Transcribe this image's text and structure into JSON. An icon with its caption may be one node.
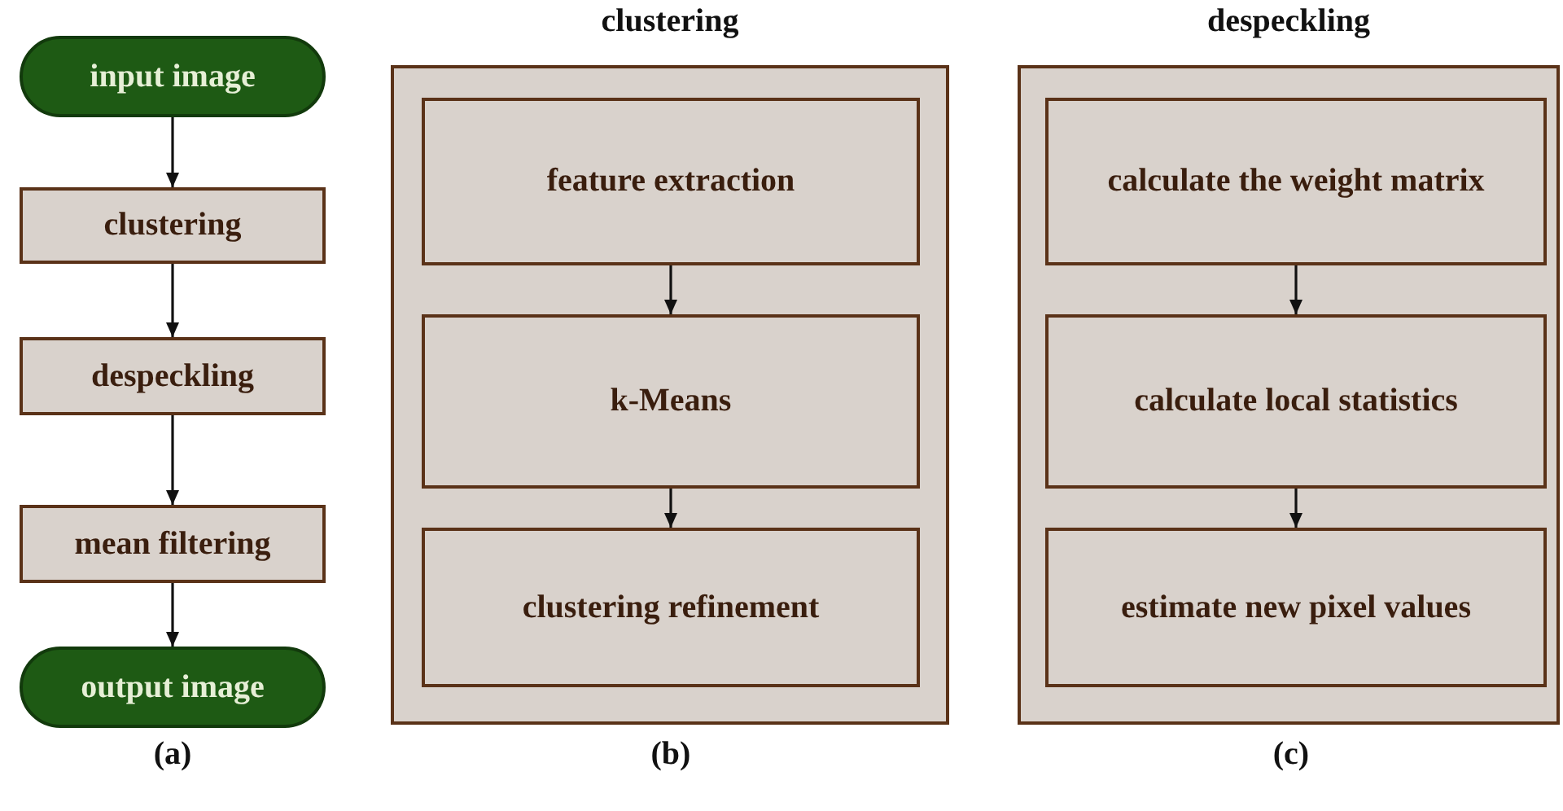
{
  "diagram": {
    "nodes": [
      {
        "text": [
          "input image"
        ]
      },
      {
        "text": [
          "clustering"
        ]
      },
      {
        "text": [
          "despeckling"
        ]
      },
      {
        "text": [
          "mean filtering"
        ]
      },
      {
        "text": [
          "output image"
        ]
      },
      {
        "text": [
          "clustering"
        ]
      },
      {
        "text": [
          "feature extraction"
        ],
        "in": 5
      },
      {
        "text": [
          "k-Means"
        ],
        "in": 5
      },
      {
        "text": [
          "clustering refinement"
        ],
        "in": 5
      },
      {
        "text": [
          "despeckling"
        ]
      },
      {
        "text": [
          "calculate the weight matrix"
        ],
        "in": 9
      },
      {
        "text": [
          "calculate local statistics"
        ],
        "in": 9
      },
      {
        "text": [
          "estimate new pixel values"
        ],
        "in": 9
      }
    ],
    "edges": [
      {
        "from": 0,
        "to": 1,
        "arrow": "to"
      },
      {
        "from": 1,
        "to": 2,
        "arrow": "to"
      },
      {
        "from": 2,
        "to": 3,
        "arrow": "to"
      },
      {
        "from": 3,
        "to": 4,
        "arrow": "to"
      },
      {
        "from": 6,
        "to": 7,
        "arrow": "to"
      },
      {
        "from": 7,
        "to": 8,
        "arrow": "to"
      },
      {
        "from": 10,
        "to": 11,
        "arrow": "to"
      },
      {
        "from": 11,
        "to": 12,
        "arrow": "to"
      }
    ],
    "labels": [
      "(a)",
      "(b)",
      "(c)"
    ]
  }
}
